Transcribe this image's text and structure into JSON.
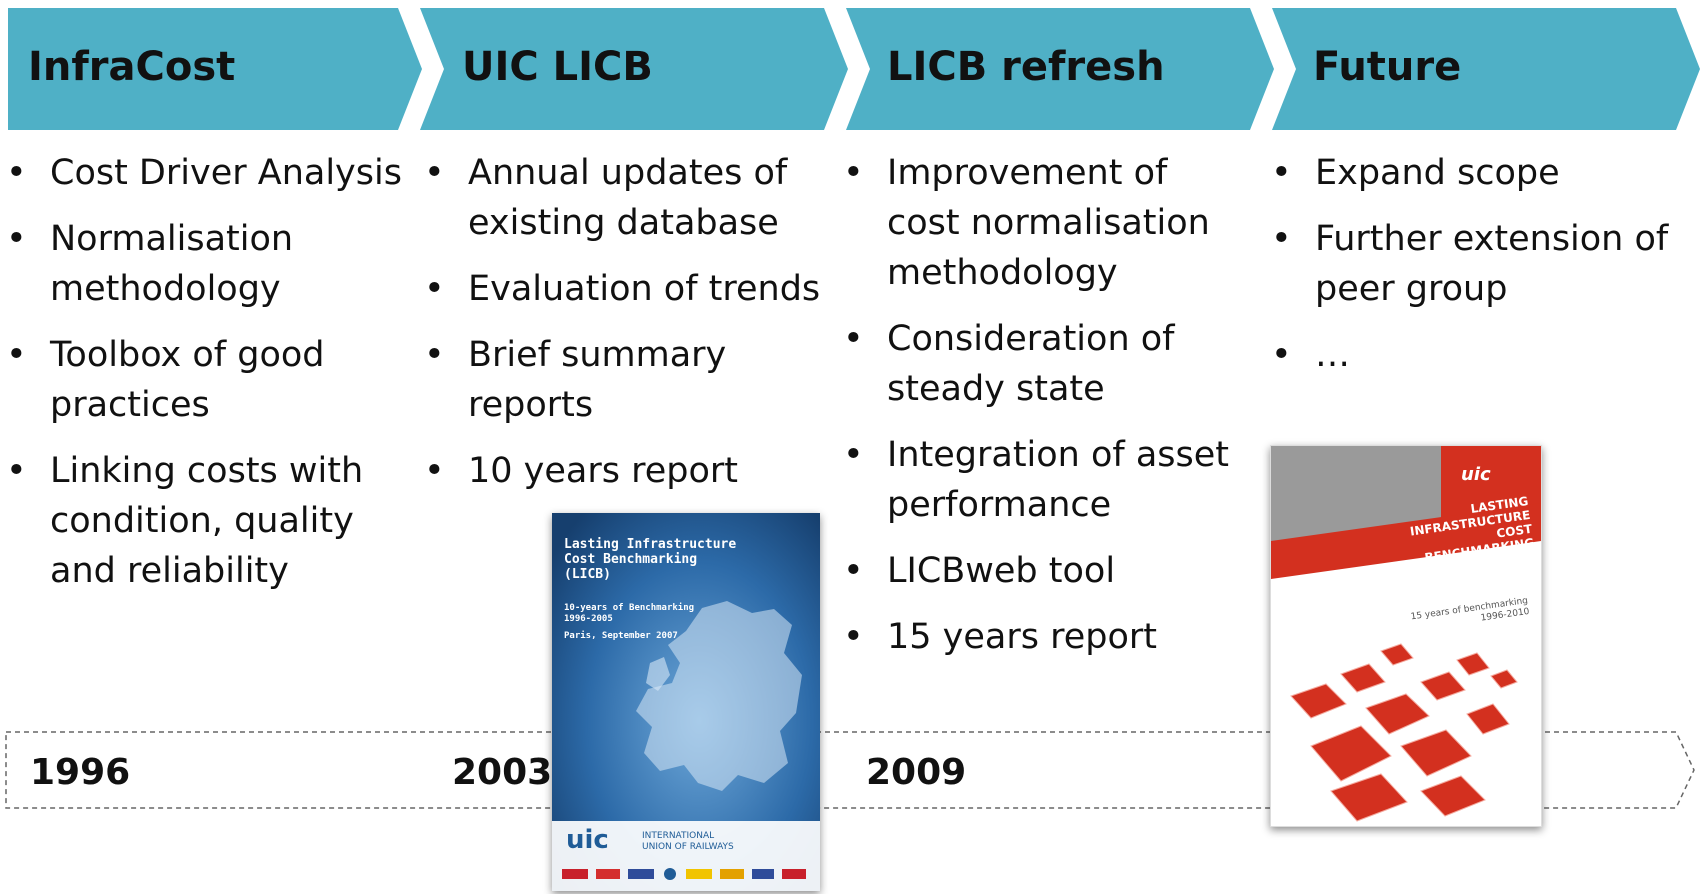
{
  "phases": [
    {
      "title": "InfraCost",
      "bullets": [
        "Cost Driver Analysis",
        "Normalisation methodology",
        "Toolbox of good practices",
        "Linking costs with condition, quality and reliability"
      ]
    },
    {
      "title": "UIC LICB",
      "bullets": [
        "Annual updates of existing database",
        "Evaluation of trends",
        "Brief summary reports",
        "10 years report"
      ]
    },
    {
      "title": "LICB refresh",
      "bullets": [
        "Improvement of cost normalisation methodology",
        "Consideration of steady state",
        "Integration of asset performance",
        "LICBweb tool",
        "15 years report"
      ]
    },
    {
      "title": "Future",
      "bullets": [
        "Expand scope",
        "Further extension of peer group",
        "…"
      ]
    }
  ],
  "timeline": {
    "years": [
      "1996",
      "2003",
      "2009"
    ]
  },
  "covers": {
    "report10": {
      "title_lines": [
        "Lasting Infrastructure",
        "Cost Benchmarking",
        "(LICB)"
      ],
      "subtitle_lines": [
        "10-years of Benchmarking",
        "1996-2005"
      ],
      "place": "Paris, September 2007",
      "logo": "uic",
      "org_lines": [
        "INTERNATIONAL",
        "UNION OF RAILWAYS"
      ]
    },
    "report15": {
      "logo": "uic",
      "title_lines": [
        "LASTING",
        "INFRASTRUCTURE",
        "COST",
        "BENCHMARKING",
        "LICB"
      ],
      "subtitle_lines": [
        "15 years of benchmarking",
        "1996-2010"
      ]
    }
  },
  "colors": {
    "chevron": "#4fb0c6",
    "cover10_bg": "#1f5c97",
    "cover15_bar": "#9a9a9a",
    "cover15_red": "#d3301f"
  }
}
